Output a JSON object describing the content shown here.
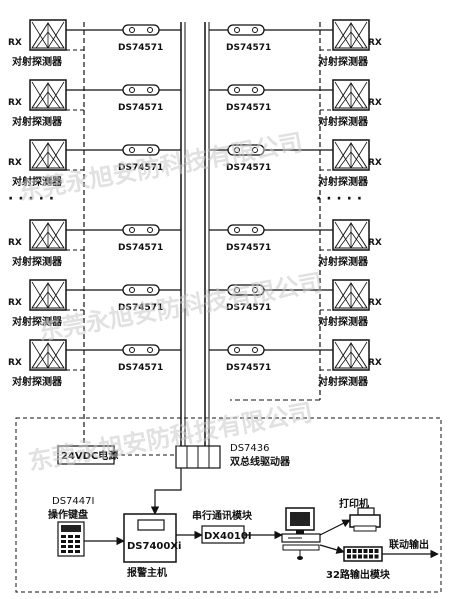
{
  "detector_label": "对射探测器",
  "rx_label": "RX",
  "module_label": "DS74571",
  "dots": "· · · · ·",
  "power_label": "24VDC电源",
  "bus_driver": {
    "model": "DS7436",
    "name": "双总线驱动器"
  },
  "keypad": {
    "model": "DS7447I",
    "name": "操作键盘"
  },
  "host": {
    "model": "DS7400Xi",
    "name": "报警主机"
  },
  "serial_module": {
    "model": "DX4010I",
    "name": "串行通讯模块"
  },
  "printer_label": "打印机",
  "output_module_label": "32路输出模块",
  "linkage_output_label": "联动输出",
  "watermark": "东莞永旭安防科技有限公司"
}
